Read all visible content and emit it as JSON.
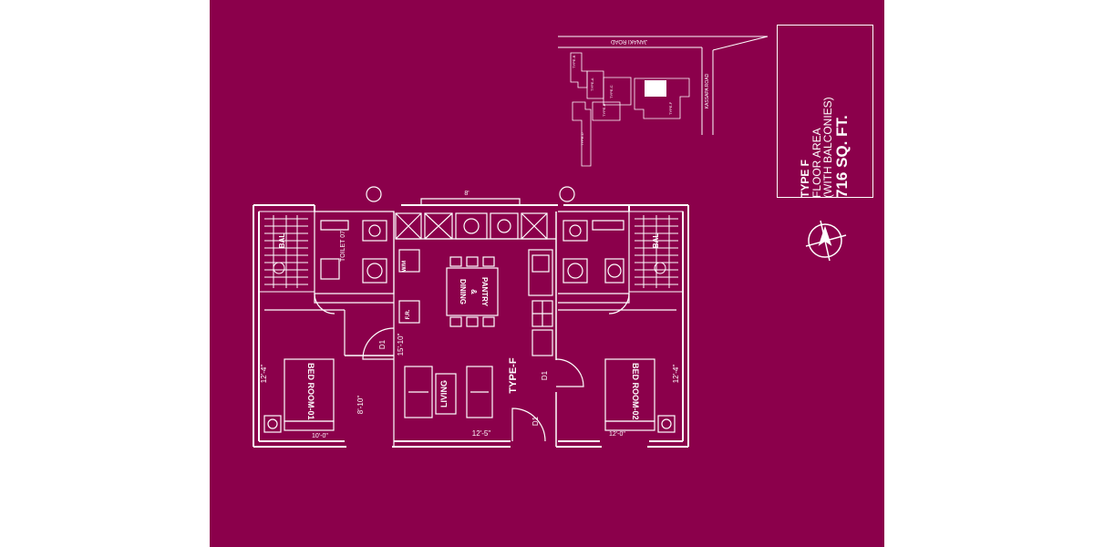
{
  "colors": {
    "background": "#8b004b",
    "line": "#ffffff",
    "page": "#ffffff"
  },
  "info_box": {
    "type_label": "TYPE F",
    "area_label": "FLOOR AREA",
    "balcony_label": "(WITH BALCONIES)",
    "area_value": "716 SQ. FT."
  },
  "key_plan": {
    "road_top": "JANAKI ROAD",
    "road_side": "KASSAPA ROAD",
    "blocks": [
      "TYPE-B",
      "TYPE-A",
      "TYPE-C",
      "TYPE-D",
      "TYPE-E",
      "TYPE-F"
    ]
  },
  "rooms": {
    "bedroom1": "BED ROOM-01",
    "bedroom2": "BED ROOM-02",
    "living": "LIVING",
    "dining1": "DINING",
    "dining_amp": "&",
    "dining2": "PANTRY",
    "unit": "TYPE-F",
    "toilet": "TOILET 07",
    "bal_left": "BAL",
    "bal_right": "BAL",
    "wm": "W/M",
    "fr": "F.R."
  },
  "dimensions": {
    "bed1_height": "12'-4\"",
    "bed1_width": "10'-0\"",
    "bed1_side": "8'-10\"",
    "living_height": "15'-10\"",
    "living_width": "12'-5\"",
    "bed2_height": "12'-4\"",
    "bed2_width": "12'-0\"",
    "top_width": "8'"
  },
  "doors": {
    "d1": "D1",
    "d2": "D1",
    "d3": "D1"
  },
  "icons": [
    "north-arrow-icon"
  ]
}
